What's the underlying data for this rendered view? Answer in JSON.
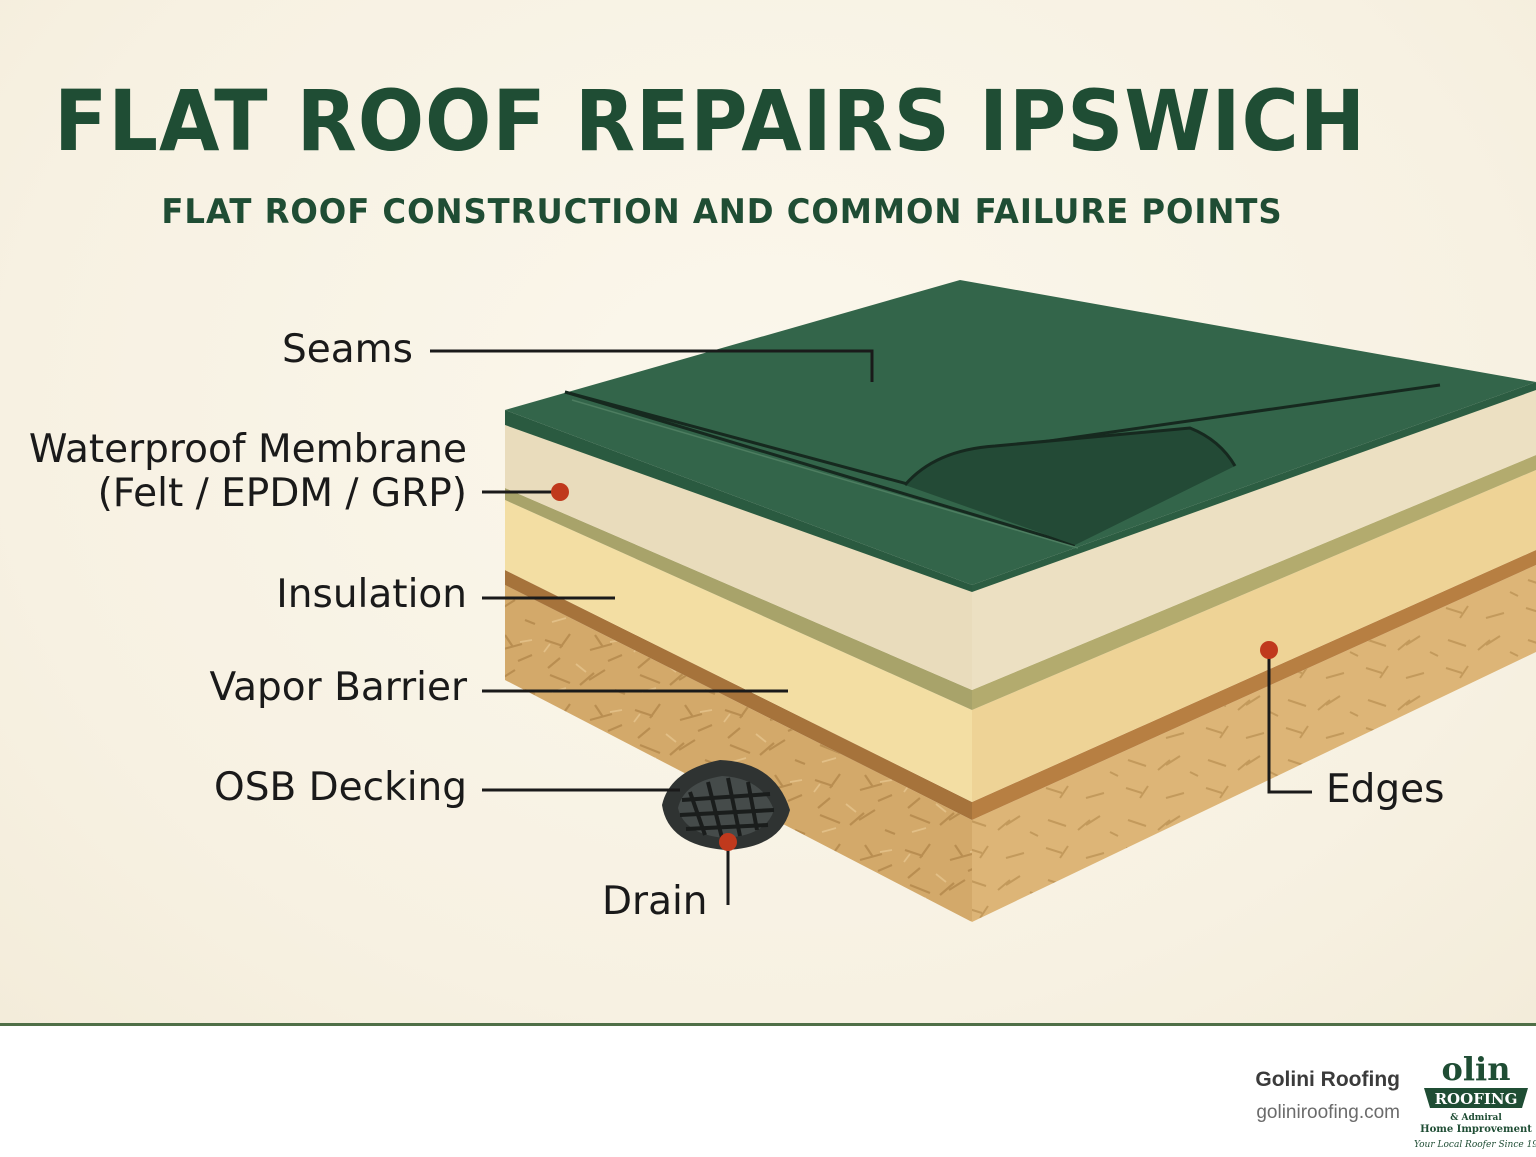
{
  "header": {
    "title": "FLAT ROOF REPAIRS IPSWICH",
    "subtitle": "FLAT ROOF CONSTRUCTION AND COMMON FAILURE POINTS"
  },
  "labels": {
    "seams": "Seams",
    "membrane_line1": "Waterproof Membrane",
    "membrane_line2": "(Felt / EPDM / GRP)",
    "insulation": "Insulation",
    "vapor_barrier": "Vapor Barrier",
    "osb_decking": "OSB Decking",
    "drain": "Drain",
    "edges": "Edges"
  },
  "footer": {
    "brand_name": "Golini Roofing",
    "brand_url": "goliniroofing.com",
    "logo_text_top": "olin",
    "logo_text_band": "ROOFING",
    "logo_text_sub1": "& Admiral",
    "logo_text_sub2": "Home Improvement",
    "logo_text_tagline": "Your Local Roofer Since 19"
  },
  "colors": {
    "title_green": "#1f4d34",
    "membrane_green": "#33654a",
    "marker_red": "#c0391d",
    "background": "#f8f3e5"
  }
}
